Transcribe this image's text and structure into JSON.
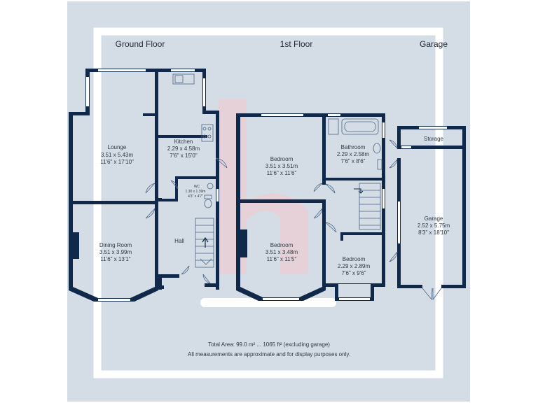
{
  "headers": {
    "ground": "Ground Floor",
    "first": "1st Floor",
    "garage": "Garage"
  },
  "rooms": {
    "lounge": {
      "name": "Lounge",
      "metric": "3.51 x 5.43m",
      "imperial": "11'6\" x 17'10\""
    },
    "kitchen": {
      "name": "Kitchen",
      "metric": "2.29 x 4.58m",
      "imperial": "7'6\" x 15'0\""
    },
    "wc": {
      "name": "WC",
      "metric": "1.30 x 1.39m",
      "imperial": "4'3\" x 4'7\""
    },
    "dining": {
      "name": "Dining Room",
      "metric": "3.51 x 3.99m",
      "imperial": "11'6\" x 13'1\""
    },
    "hall": {
      "name": "Hall"
    },
    "bed1": {
      "name": "Bedroom",
      "metric": "3.51 x 3.51m",
      "imperial": "11'6\" x 11'6\""
    },
    "bathroom": {
      "name": "Bathroom",
      "metric": "2.29 x 2.58m",
      "imperial": "7'6\" x 8'6\""
    },
    "bed2": {
      "name": "Bedroom",
      "metric": "3.51 x 3.48m",
      "imperial": "11'6\" x 11'5\""
    },
    "bed3": {
      "name": "Bedroom",
      "metric": "2.29 x 2.89m",
      "imperial": "7'6\" x 9'6\""
    },
    "storage": {
      "name": "Storage"
    },
    "garage": {
      "name": "Garage",
      "metric": "2.52 x 5.75m",
      "imperial": "8'3\" x 18'10\""
    }
  },
  "footer": {
    "total_area": "Total Area: 99.0 m² ... 1065 ft² (excluding garage)",
    "disclaimer": "All measurements are approximate and for display purposes only."
  },
  "colors": {
    "background": "#d4dce5",
    "frame": "#ffffff",
    "wall": "#10294a",
    "watermark": "#f6c9cf"
  },
  "watermark_icon": "letter-h-logo"
}
